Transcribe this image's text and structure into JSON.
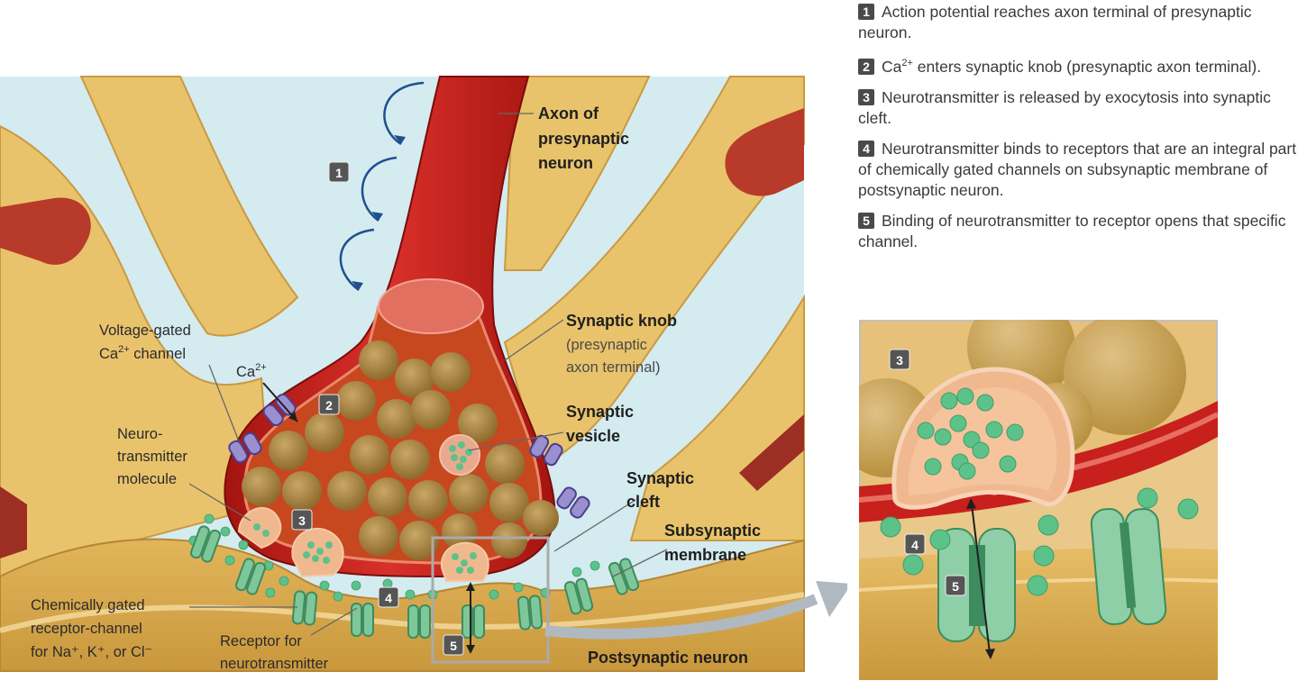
{
  "steps": [
    {
      "number": "1",
      "text": "Action potential reaches axon terminal of presynaptic neuron."
    },
    {
      "number": "2",
      "text_before": "Ca",
      "text_sup": "2+",
      "text_after": " enters synaptic knob (presynaptic axon terminal)."
    },
    {
      "number": "3",
      "text": "Neurotransmitter is released by exocytosis into synaptic cleft."
    },
    {
      "number": "4",
      "text": "Neurotransmitter binds to receptors that are an integral part of chemically gated channels on subsynaptic membrane of postsynaptic neuron."
    },
    {
      "number": "5",
      "text": "Binding of neurotransmitter to receptor opens that specific channel."
    }
  ],
  "labels": {
    "axon_line1": "Axon of",
    "axon_line2": "presynaptic",
    "axon_line3": "neuron",
    "knob_line1": "Synaptic knob",
    "knob_line2": "(presynaptic",
    "knob_line3": "axon terminal)",
    "vesicle_line1": "Synaptic",
    "vesicle_line2": "vesicle",
    "cleft_line1": "Synaptic",
    "cleft_line2": "cleft",
    "subsyn_line1": "Subsynaptic",
    "subsyn_line2": "membrane",
    "postsyn": "Postsynaptic neuron",
    "vgc_line1": "Voltage-gated",
    "vgc_line2_base": "Ca",
    "vgc_line2_sup": "2+",
    "vgc_line2_rest": " channel",
    "ca_base": "Ca",
    "ca_sup": "2+",
    "nt_line1": "Neuro-",
    "nt_line2": "transmitter",
    "nt_line3": "molecule",
    "cgr_line1": "Chemically gated",
    "cgr_line2": "receptor-channel",
    "cgr_line3": "for Na⁺, K⁺, or Cl⁻",
    "rec_line1": "Receptor for",
    "rec_line2": "neurotransmitter"
  },
  "badges": {
    "b1": "1",
    "b2": "2",
    "b3": "3",
    "b4": "4",
    "b5": "5"
  },
  "colors": {
    "axon_red": "#c8201c",
    "neuron_tan": "#e9c36c",
    "vesicle_brown": "#a8843f",
    "neurotransmitter_green": "#5cc28a",
    "channel_green": "#7ec79a",
    "background_blue": "#d4ebf0"
  }
}
